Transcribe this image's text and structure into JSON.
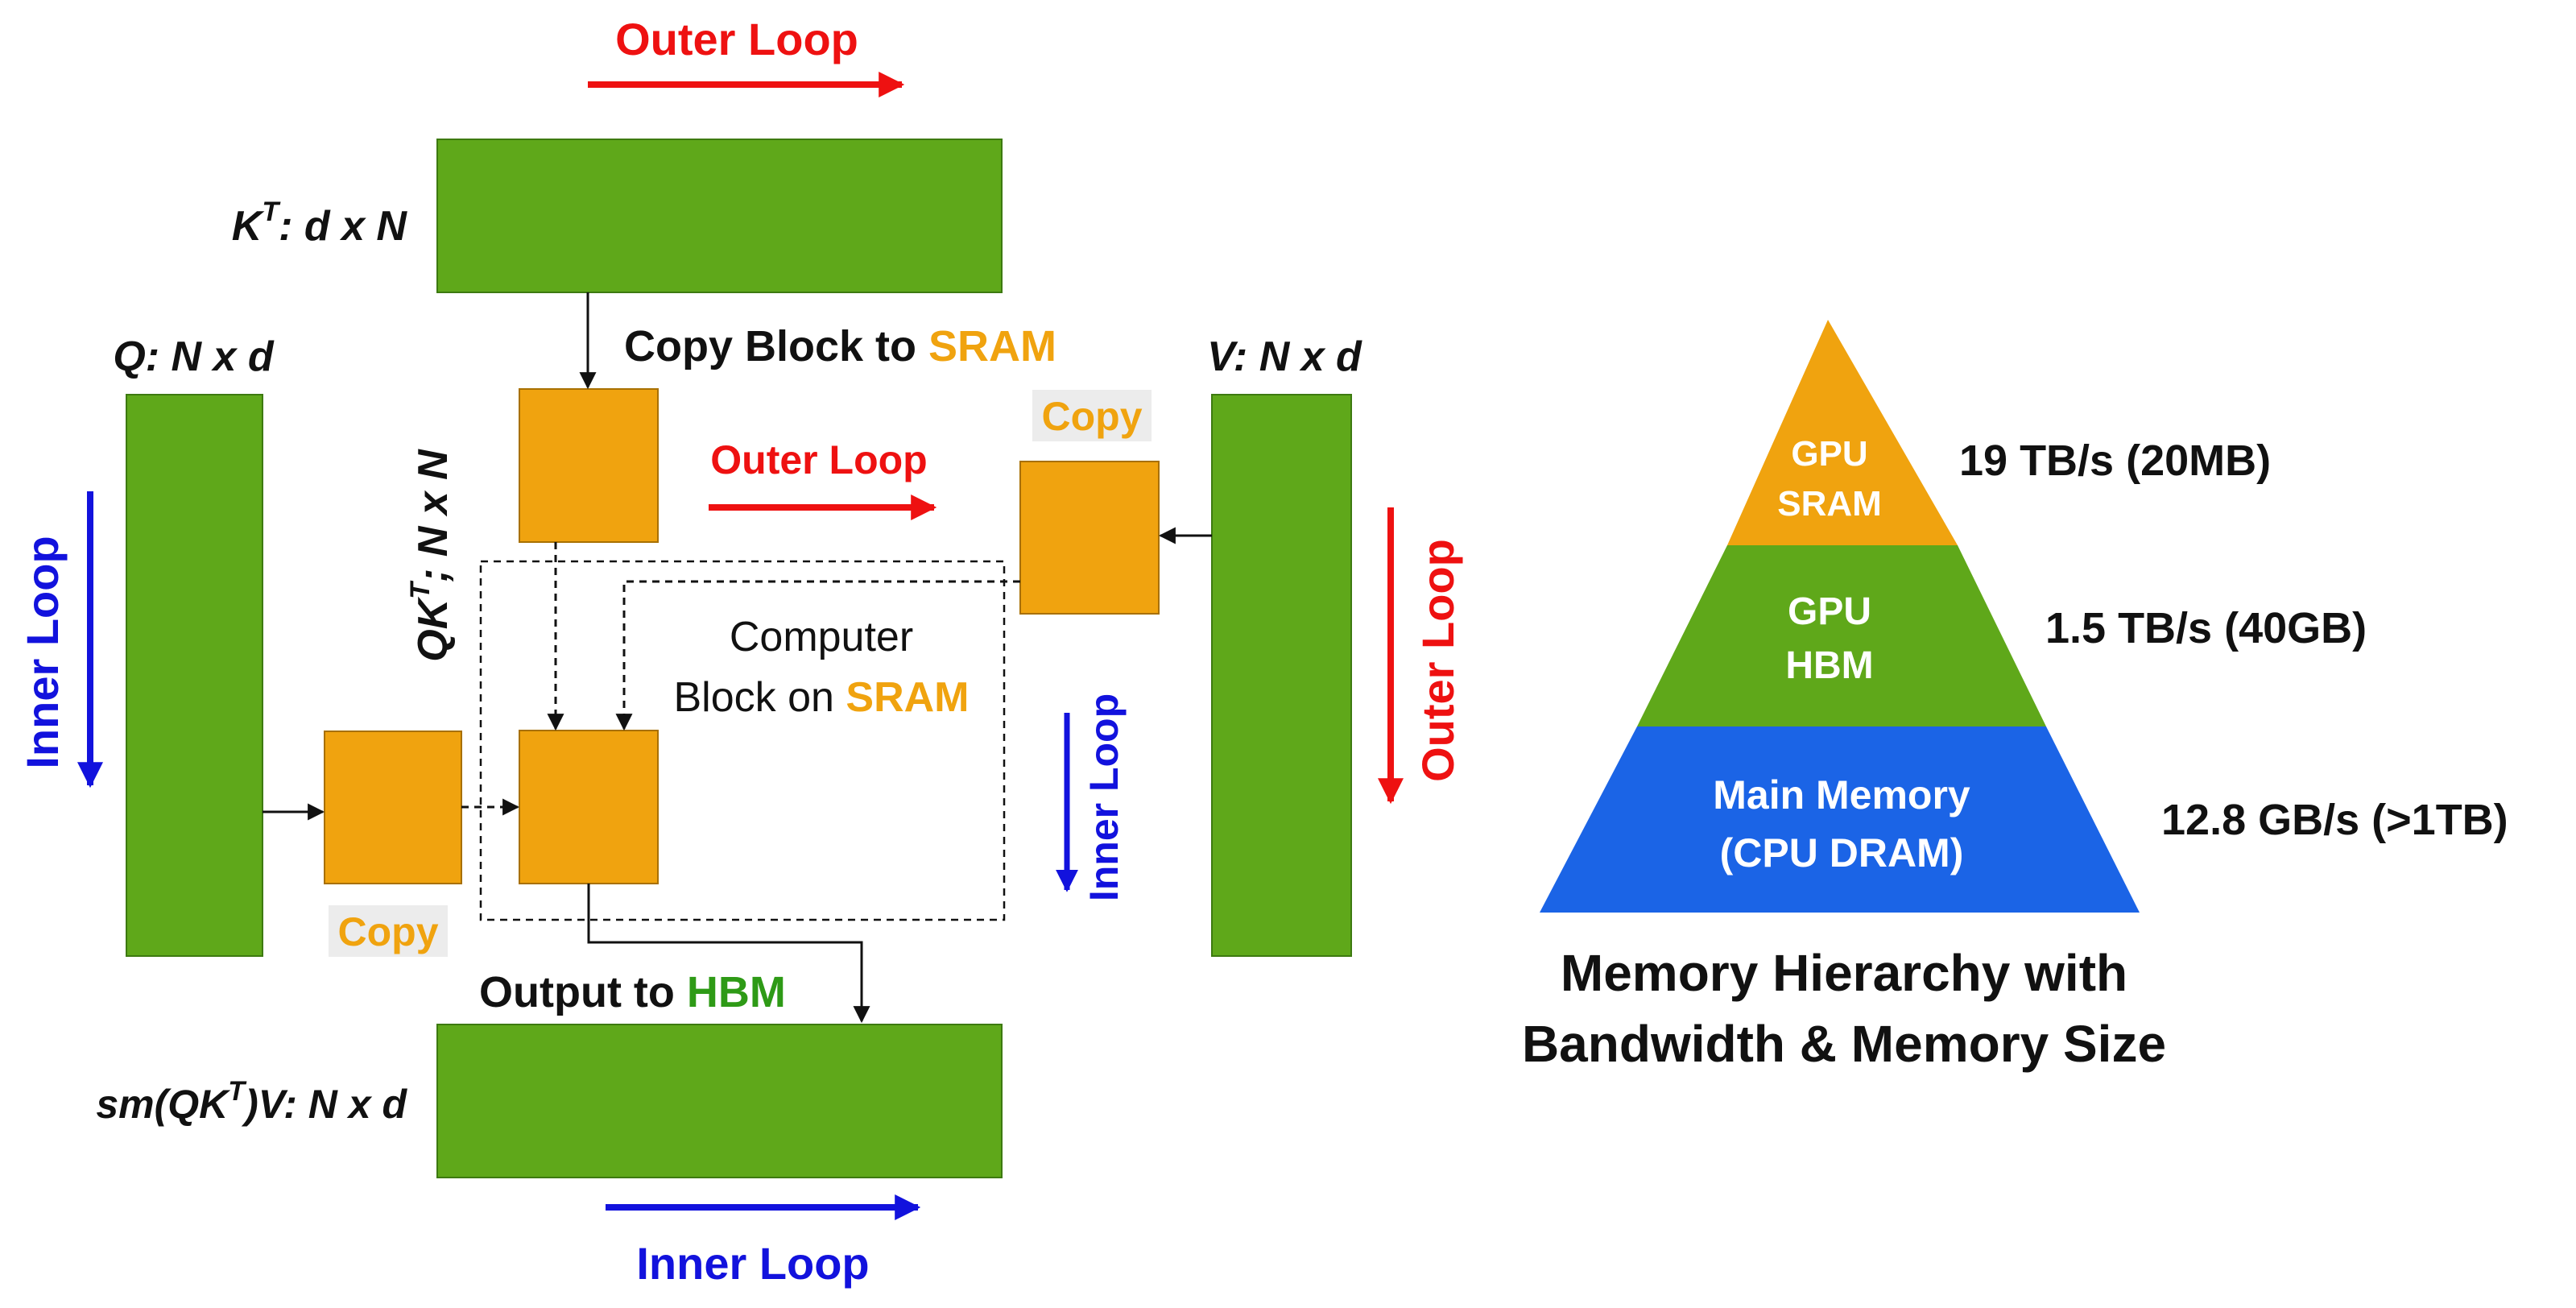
{
  "colors": {
    "green": "#5fa81a",
    "orange": "#f0a30f",
    "blue": "#1b64e6",
    "red": "#ee1111",
    "loop_blue": "#1212dd",
    "text": "#111111",
    "copy_bg": "#ececec"
  },
  "matrices": {
    "kt": {
      "base": "K",
      "sup": "T",
      "rest": ": d x N"
    },
    "q": "Q: N x d",
    "v": "V: N x d",
    "qkt": {
      "base": "QK",
      "sup": "T",
      "rest": "; N x N"
    },
    "output": {
      "pre": "sm(QK",
      "sup": "T",
      "rest": ")V: N x d"
    }
  },
  "loops": {
    "outer": "Outer Loop",
    "inner": "Inner Loop"
  },
  "labels": {
    "copy_block_prefix": "Copy Block to ",
    "sram": "SRAM",
    "copy": "Copy",
    "compute_line1": "Computer",
    "compute_line2_prefix": "Block on ",
    "output_prefix": "Output to ",
    "hbm": "HBM"
  },
  "pyramid": {
    "levels": [
      {
        "line1": "GPU",
        "line2": "SRAM",
        "bandwidth": "19 TB/s (20MB)"
      },
      {
        "line1": "GPU",
        "line2": "HBM",
        "bandwidth": "1.5 TB/s (40GB)"
      },
      {
        "line1": "Main Memory",
        "line2": "(CPU DRAM)",
        "bandwidth": "12.8 GB/s (>1TB)"
      }
    ],
    "caption_line1": "Memory Hierarchy with",
    "caption_line2": "Bandwidth & Memory Size"
  }
}
